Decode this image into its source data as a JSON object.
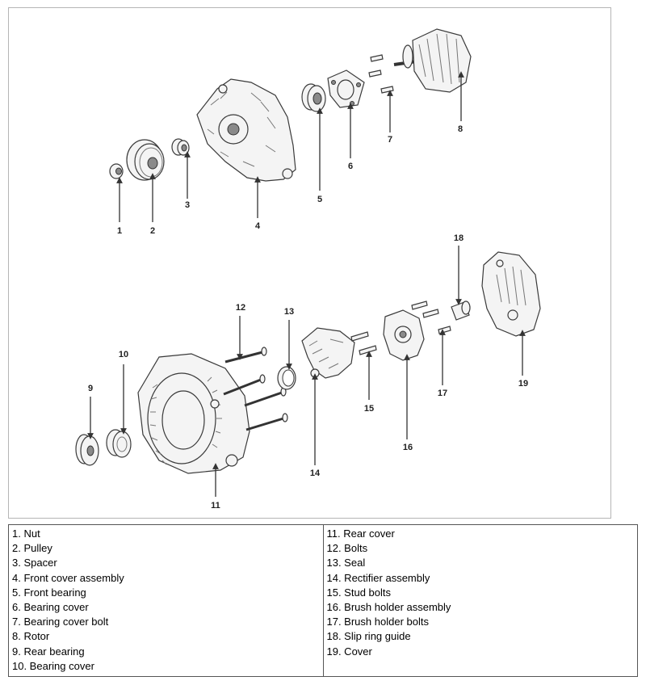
{
  "callouts": [
    "1",
    "2",
    "3",
    "4",
    "5",
    "6",
    "7",
    "8",
    "9",
    "10",
    "11",
    "12",
    "13",
    "14",
    "15",
    "16",
    "17",
    "18",
    "19"
  ],
  "legend": {
    "left": [
      "1. Nut",
      "2. Pulley",
      "3. Spacer",
      "4. Front cover assembly",
      "5. Front bearing",
      "6. Bearing cover",
      "7. Bearing cover bolt",
      "8. Rotor",
      "9. Rear bearing",
      "10. Bearing cover"
    ],
    "right": [
      "11. Rear cover",
      "12. Bolts",
      "13. Seal",
      "14. Rectifier assembly",
      "15. Stud bolts",
      "16. Brush holder assembly",
      "17. Brush holder bolts",
      "18. Slip ring guide",
      "19. Cover"
    ]
  }
}
